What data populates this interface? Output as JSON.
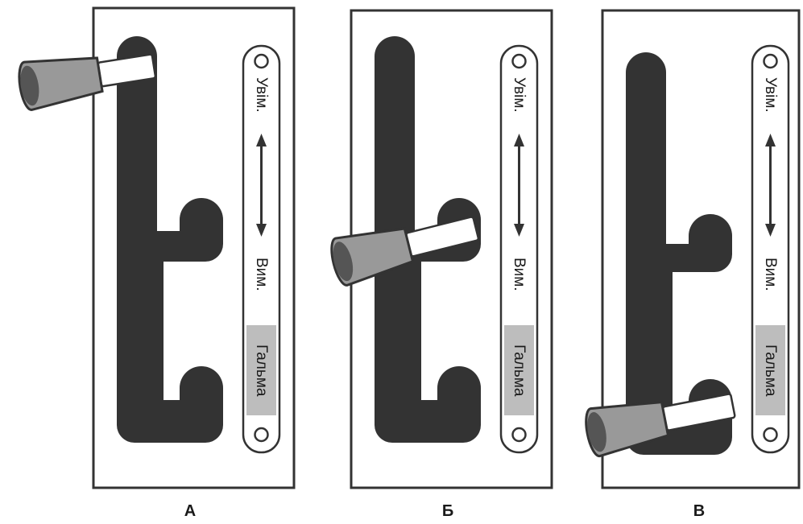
{
  "panels": [
    {
      "caption": "А",
      "position_label": "on"
    },
    {
      "caption": "Б",
      "position_label": "off"
    },
    {
      "caption": "В",
      "position_label": "brake"
    }
  ],
  "scale": {
    "on_label": "Увім.",
    "off_label": "Вим.",
    "brake_label": "Гальма"
  },
  "colors": {
    "slot": "#333333",
    "handle_grey": "#999999",
    "brake_highlight": "#bdbdbd",
    "border": "#333333"
  },
  "icons": {
    "arrow": "double-arrow-vertical",
    "ring": "ring-circle"
  }
}
